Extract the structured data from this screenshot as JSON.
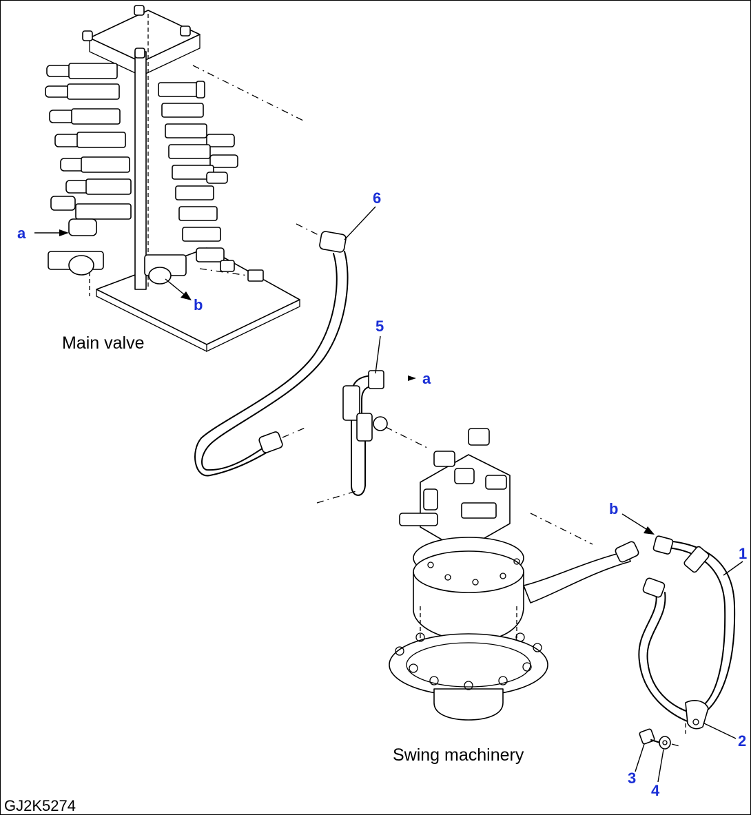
{
  "labels": {
    "main_valve": "Main valve",
    "swing_machinery": "Swing machinery",
    "drawing_id": "GJ2K5274"
  },
  "callouts": {
    "p1": "1",
    "p2": "2",
    "p3": "3",
    "p4": "4",
    "p5": "5",
    "p6": "6",
    "a_main": "a",
    "b_main": "b",
    "a_hose5": "a",
    "b_swing": "b"
  },
  "colors": {
    "callout": "#1a2fd6",
    "line": "#000000",
    "background": "#ffffff"
  }
}
